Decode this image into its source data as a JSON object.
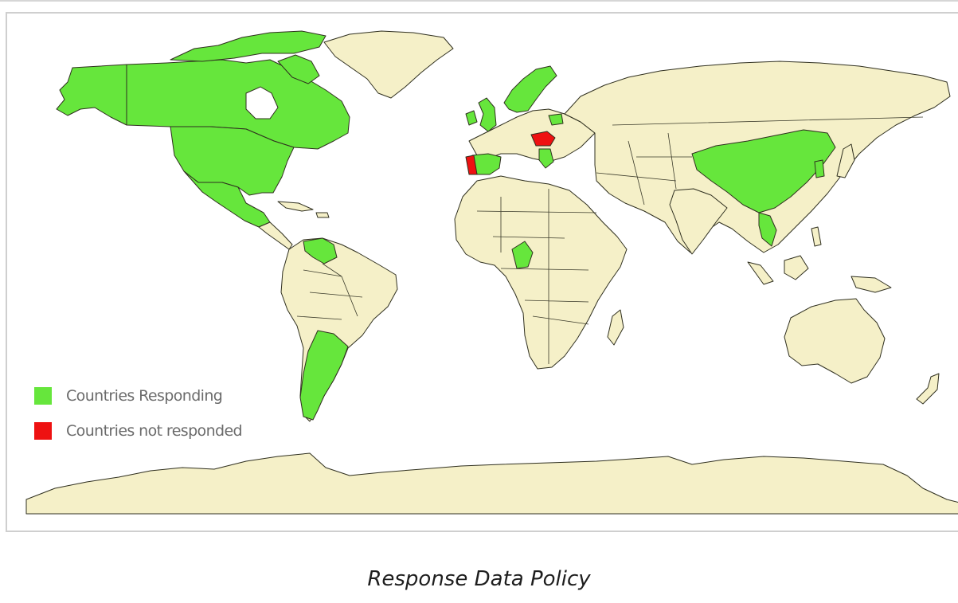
{
  "colors": {
    "land": "#f5f0c8",
    "responding": "#66e63c",
    "not_responded": "#ee1111",
    "ocean": "#ffffff",
    "outline": "#2f2f1f"
  },
  "legend": {
    "items": [
      {
        "label": "Countries Responding",
        "color": "#66e63c"
      },
      {
        "label": "Countries not responded",
        "color": "#ee1111"
      }
    ]
  },
  "caption": "Response Data Policy"
}
